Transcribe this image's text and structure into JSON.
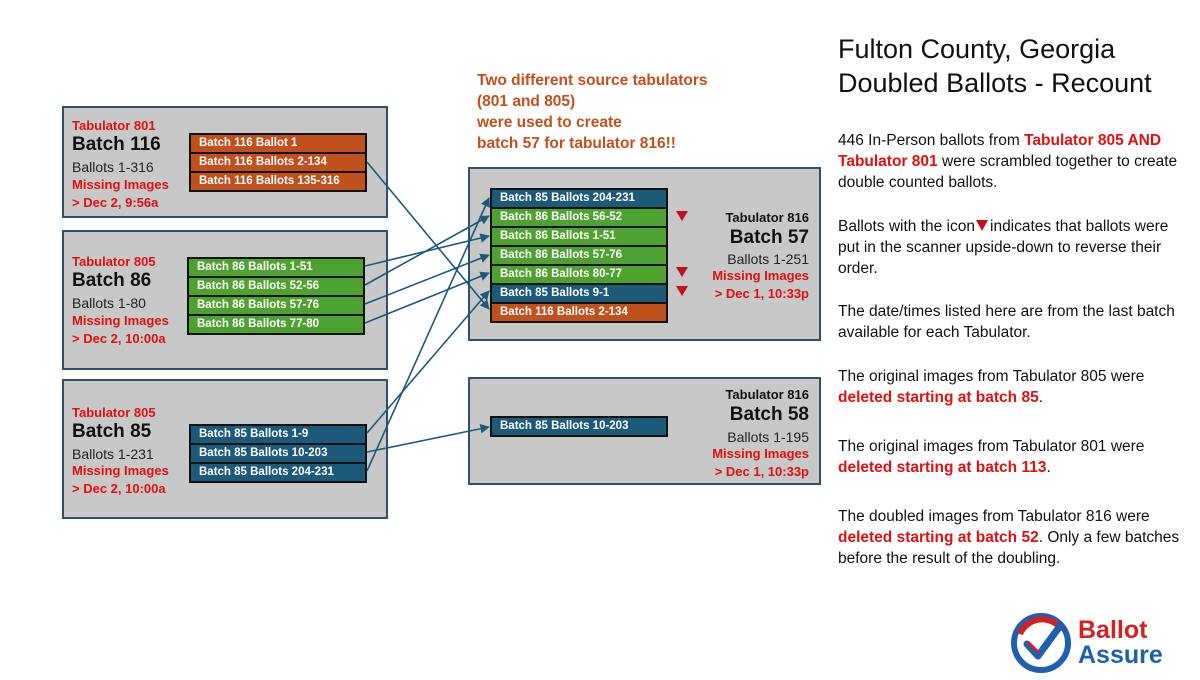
{
  "note_lines": [
    "Two different source tabulators",
    "(801 and 805)",
    "were used to create",
    "batch 57 for tabulator 816!!"
  ],
  "title_lines": [
    "Fulton County, Georgia",
    "Doubled Ballots - Recount"
  ],
  "paragraphs": {
    "p1_a": "446 In-Person ballots from ",
    "p1_red": "Tabulator 805 AND Tabulator 801",
    "p1_b": " were scrambled together to create double counted ballots.",
    "p2_a": "Ballots with the icon",
    "p2_b": "indicates that ballots were put in the scanner upside-down to reverse their order.",
    "p3": "The date/times listed here are from the last batch available for each Tabulator.",
    "p4_a": "The original images from Tabulator 805 were ",
    "p4_red": "deleted starting at batch 85",
    "p4_b": ".",
    "p5_a": "The original images from Tabulator 801 were ",
    "p5_red": "deleted starting at batch 113",
    "p5_b": ".",
    "p6_a": "The doubled images from Tabulator 816 were ",
    "p6_red": "deleted starting at batch 52",
    "p6_b": ".  Only a few batches before the result of the doubling."
  },
  "sources": [
    {
      "tabulator": "Tabulator 801",
      "batch": "Batch 116",
      "range": "Ballots 1-316",
      "missing": "Missing Images",
      "date": "> Dec 2, 9:56a",
      "cells": [
        "Batch 116 Ballot 1",
        "Batch 116 Ballots 2-134",
        "Batch 116 Ballots 135-316"
      ]
    },
    {
      "tabulator": "Tabulator 805",
      "batch": "Batch 86",
      "range": "Ballots 1-80",
      "missing": "Missing Images",
      "date": "> Dec  2, 10:00a",
      "cells": [
        "Batch 86 Ballots 1-51",
        "Batch 86 Ballots 52-56",
        "Batch 86 Ballots 57-76",
        "Batch 86 Ballots 77-80"
      ]
    },
    {
      "tabulator": "Tabulator 805",
      "batch": "Batch 85",
      "range": "Ballots 1-231",
      "missing": "Missing Images",
      "date": "> Dec  2, 10:00a",
      "cells": [
        "Batch 85 Ballots 1-9",
        "Batch 85 Ballots 10-203",
        "Batch 85 Ballots 204-231"
      ]
    }
  ],
  "targets": [
    {
      "tabulator": "Tabulator 816",
      "batch": "Batch 57",
      "range": "Ballots 1-251",
      "missing": "Missing Images",
      "date": "> Dec 1, 10:33p",
      "cells": [
        "Batch 85 Ballots 204-231",
        "Batch 86 Ballots 56-52",
        "Batch 86 Ballots 1-51",
        "Batch 86 Ballots 57-76",
        "Batch 86 Ballots 80-77",
        "Batch 85 Ballots 9-1",
        "Batch 116 Ballots 2-134"
      ]
    },
    {
      "tabulator": "Tabulator 816",
      "batch": "Batch 58",
      "range": "Ballots 1-195",
      "missing": "Missing Images",
      "date": "> Dec 1, 10:33p",
      "cells": [
        "Batch 85 Ballots 10-203"
      ]
    }
  ],
  "logo": {
    "line1": "Ballot",
    "line2": "Assure",
    "icon": "checkmark-circle-icon"
  },
  "colors": {
    "red": "#e01010",
    "orange": "#c0501c",
    "green": "#4ea22f",
    "blue": "#1c5a7a",
    "arrow": "#1c5a7a",
    "panel": "#c8c8c8"
  }
}
